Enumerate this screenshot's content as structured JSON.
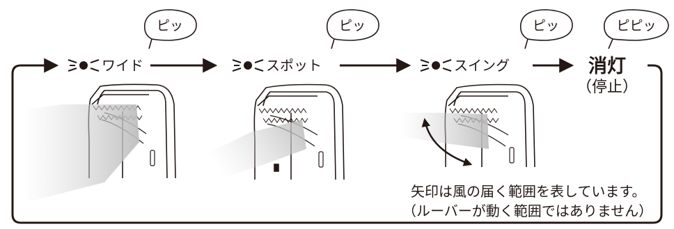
{
  "bubbles": [
    "ピッ",
    "ピッ",
    "ピッ",
    "ピピッ"
  ],
  "steps": [
    "ワイド",
    "スポット",
    "スイング"
  ],
  "off_label": "消灯",
  "off_sub": "（停止）",
  "note_line1": "矢印は風の届く範囲を表しています。",
  "note_line2": "（ルーバーが動く範囲ではありません）",
  "colors": {
    "line": "#231815",
    "airflow": "#c8c8c8",
    "background": "#ffffff"
  },
  "icons": [
    "led-light-icon",
    "speech-bubble-icon",
    "flow-arrow-icon",
    "airflow-icon",
    "swing-arrow-icon",
    "fan-unit-illustration"
  ]
}
